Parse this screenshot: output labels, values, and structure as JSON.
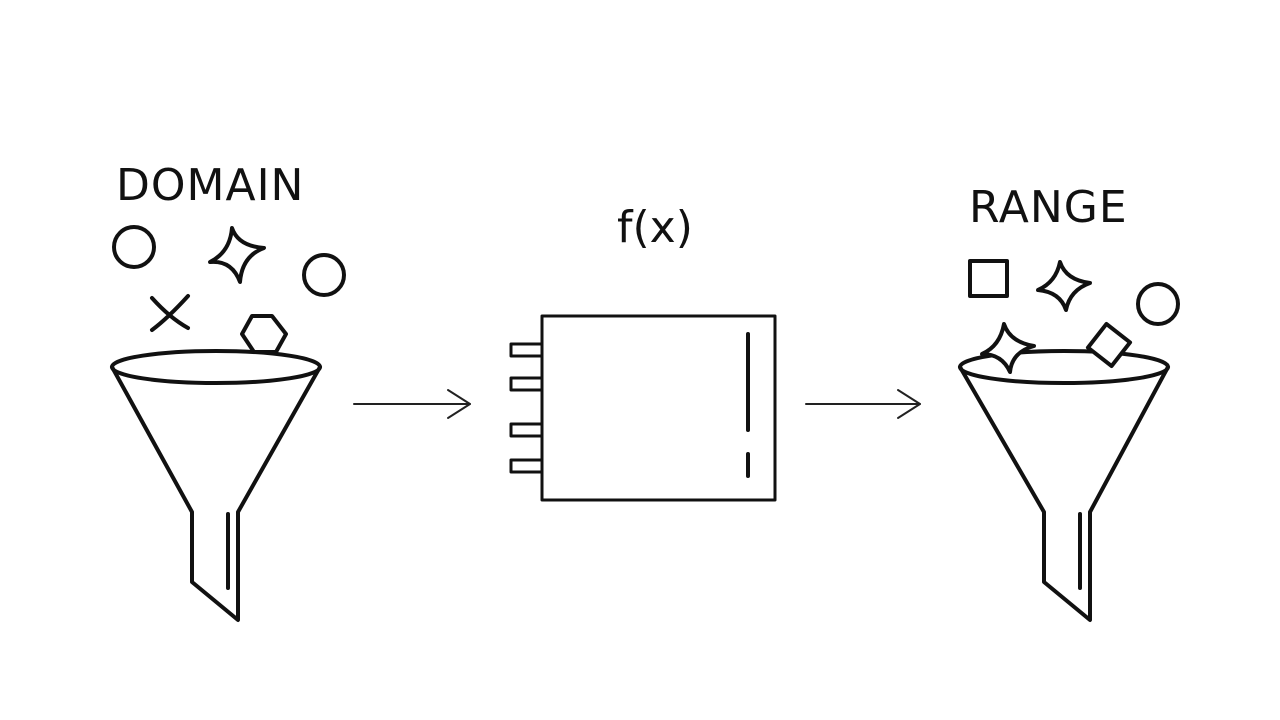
{
  "labels": {
    "domain": "DOMAIN",
    "function": "f(x)",
    "range": "RANGE"
  },
  "colors": {
    "ink": "#111111",
    "background": "#ffffff"
  }
}
